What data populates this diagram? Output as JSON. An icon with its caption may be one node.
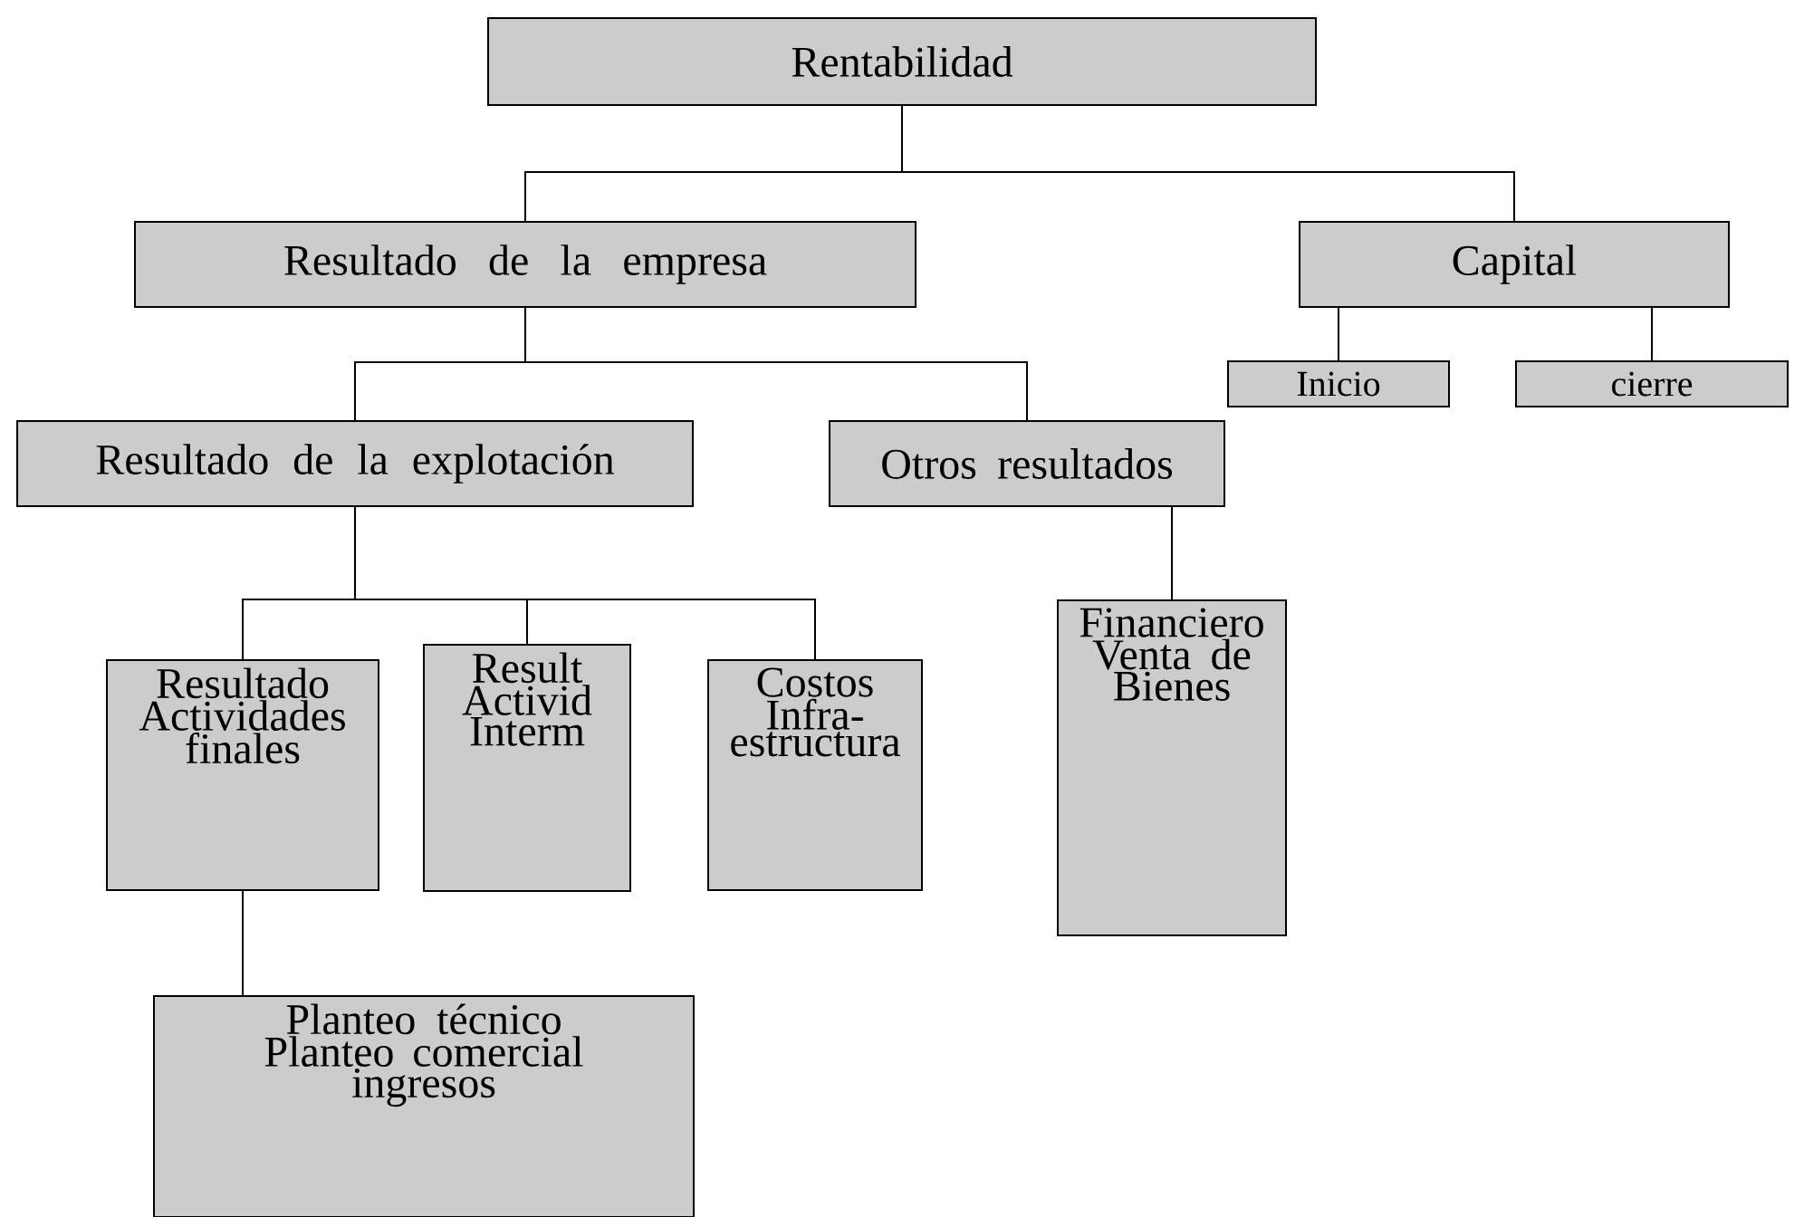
{
  "diagram": {
    "nodes": [
      {
        "text": [
          "Rentabilidad"
        ]
      },
      {
        "text": [
          "Resultado de la empresa"
        ]
      },
      {
        "text": [
          "Capital"
        ]
      },
      {
        "text": [
          "Inicio"
        ]
      },
      {
        "text": [
          "cierre"
        ]
      },
      {
        "text": [
          "Resultado de la explotación"
        ]
      },
      {
        "text": [
          "Otros resultados"
        ]
      },
      {
        "text": [
          "Resultado Actividades finales"
        ]
      },
      {
        "text": [
          "Result Activid Interm"
        ]
      },
      {
        "text": [
          "Costos Infra- estructura"
        ]
      },
      {
        "text": [
          "Financiero Venta de Bienes"
        ]
      },
      {
        "text": [
          "Planteo técnico Planteo comercial ingresos"
        ]
      }
    ],
    "edges": [
      {
        "from": 0,
        "to": 1,
        "arrow": "none"
      },
      {
        "from": 0,
        "to": 2,
        "arrow": "none"
      },
      {
        "from": 1,
        "to": 5,
        "arrow": "none"
      },
      {
        "from": 1,
        "to": 6,
        "arrow": "none"
      },
      {
        "from": 2,
        "to": 3,
        "arrow": "none"
      },
      {
        "from": 2,
        "to": 4,
        "arrow": "none"
      },
      {
        "from": 5,
        "to": 7,
        "arrow": "none"
      },
      {
        "from": 5,
        "to": 8,
        "arrow": "none"
      },
      {
        "from": 5,
        "to": 9,
        "arrow": "none"
      },
      {
        "from": 6,
        "to": 10,
        "arrow": "none"
      },
      {
        "from": 7,
        "to": 11,
        "arrow": "none"
      }
    ]
  }
}
